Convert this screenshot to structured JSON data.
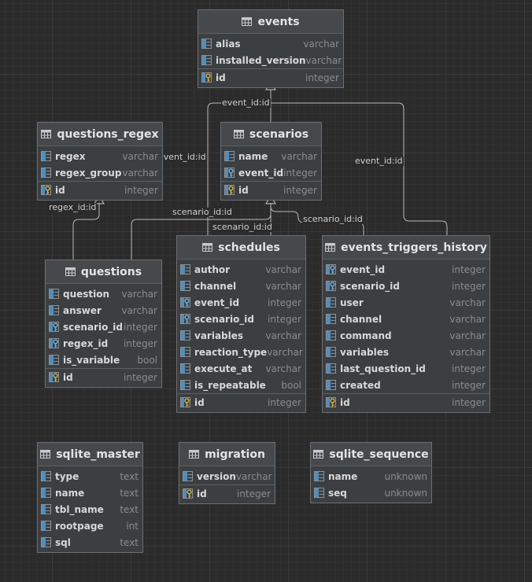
{
  "tables": [
    {
      "name": "events",
      "columns": [
        {
          "name": "alias",
          "type": "varchar",
          "icon": "column-icon"
        },
        {
          "name": "installed_version",
          "type": "varchar",
          "icon": "column-icon"
        },
        {
          "name": "id",
          "type": "integer",
          "icon": "primary-key-icon",
          "pk": true
        }
      ]
    },
    {
      "name": "questions_regex",
      "columns": [
        {
          "name": "regex",
          "type": "varchar",
          "icon": "column-icon"
        },
        {
          "name": "regex_group",
          "type": "varchar",
          "icon": "column-icon"
        },
        {
          "name": "id",
          "type": "integer",
          "icon": "primary-key-icon",
          "pk": true
        }
      ]
    },
    {
      "name": "scenarios",
      "columns": [
        {
          "name": "name",
          "type": "varchar",
          "icon": "column-icon"
        },
        {
          "name": "event_id",
          "type": "integer",
          "icon": "foreign-key-icon"
        },
        {
          "name": "id",
          "type": "integer",
          "icon": "primary-key-icon",
          "pk": true
        }
      ]
    },
    {
      "name": "questions",
      "columns": [
        {
          "name": "question",
          "type": "varchar",
          "icon": "column-icon"
        },
        {
          "name": "answer",
          "type": "varchar",
          "icon": "column-icon"
        },
        {
          "name": "scenario_id",
          "type": "integer",
          "icon": "foreign-key-icon"
        },
        {
          "name": "regex_id",
          "type": "integer",
          "icon": "foreign-key-icon"
        },
        {
          "name": "is_variable",
          "type": "bool",
          "icon": "column-icon"
        },
        {
          "name": "id",
          "type": "integer",
          "icon": "primary-key-icon",
          "pk": true
        }
      ]
    },
    {
      "name": "schedules",
      "columns": [
        {
          "name": "author",
          "type": "varchar",
          "icon": "column-icon"
        },
        {
          "name": "channel",
          "type": "varchar",
          "icon": "column-icon"
        },
        {
          "name": "event_id",
          "type": "integer",
          "icon": "foreign-key-icon"
        },
        {
          "name": "scenario_id",
          "type": "integer",
          "icon": "foreign-key-icon"
        },
        {
          "name": "variables",
          "type": "varchar",
          "icon": "column-icon"
        },
        {
          "name": "reaction_type",
          "type": "varchar",
          "icon": "column-icon"
        },
        {
          "name": "execute_at",
          "type": "varchar",
          "icon": "column-icon"
        },
        {
          "name": "is_repeatable",
          "type": "bool",
          "icon": "column-icon"
        },
        {
          "name": "id",
          "type": "integer",
          "icon": "primary-key-icon",
          "pk": true
        }
      ]
    },
    {
      "name": "events_triggers_history",
      "columns": [
        {
          "name": "event_id",
          "type": "integer",
          "icon": "foreign-key-icon"
        },
        {
          "name": "scenario_id",
          "type": "integer",
          "icon": "foreign-key-icon"
        },
        {
          "name": "user",
          "type": "varchar",
          "icon": "column-icon"
        },
        {
          "name": "channel",
          "type": "varchar",
          "icon": "column-icon"
        },
        {
          "name": "command",
          "type": "varchar",
          "icon": "column-icon"
        },
        {
          "name": "variables",
          "type": "varchar",
          "icon": "column-icon"
        },
        {
          "name": "last_question_id",
          "type": "integer",
          "icon": "column-icon"
        },
        {
          "name": "created",
          "type": "integer",
          "icon": "column-icon"
        },
        {
          "name": "id",
          "type": "integer",
          "icon": "primary-key-icon",
          "pk": true
        }
      ]
    },
    {
      "name": "sqlite_master",
      "columns": [
        {
          "name": "type",
          "type": "text",
          "icon": "column-icon"
        },
        {
          "name": "name",
          "type": "text",
          "icon": "column-icon"
        },
        {
          "name": "tbl_name",
          "type": "text",
          "icon": "column-icon"
        },
        {
          "name": "rootpage",
          "type": "int",
          "icon": "column-icon"
        },
        {
          "name": "sql",
          "type": "text",
          "icon": "column-icon"
        }
      ]
    },
    {
      "name": "migration",
      "columns": [
        {
          "name": "version",
          "type": "varchar",
          "icon": "column-icon"
        },
        {
          "name": "id",
          "type": "integer",
          "icon": "primary-key-icon",
          "pk": true
        }
      ]
    },
    {
      "name": "sqlite_sequence",
      "columns": [
        {
          "name": "name",
          "type": "unknown",
          "icon": "column-icon"
        },
        {
          "name": "seq",
          "type": "unknown",
          "icon": "column-icon"
        }
      ]
    }
  ],
  "relationships": [
    {
      "label": "event_id:id",
      "from": "scenarios",
      "to": "events"
    },
    {
      "label": "event_id:id",
      "from": "schedules",
      "to": "events"
    },
    {
      "label": "event_id:id",
      "from": "events_triggers_history",
      "to": "events"
    },
    {
      "label": "regex_id:id",
      "from": "questions",
      "to": "questions_regex"
    },
    {
      "label": "scenario_id:id",
      "from": "questions",
      "to": "scenarios"
    },
    {
      "label": "scenario_id:id",
      "from": "schedules",
      "to": "scenarios"
    },
    {
      "label": "scenario_id:id",
      "from": "events_triggers_history",
      "to": "scenarios"
    }
  ],
  "colors": {
    "background": "#2b2b2b",
    "table_body": "#3c3f41",
    "table_header": "#45494c",
    "border": "#6b6f72",
    "link_line": "#bbbbbb",
    "key_gold": "#e0b33a",
    "column_icon_blue": "#4a90c2"
  }
}
